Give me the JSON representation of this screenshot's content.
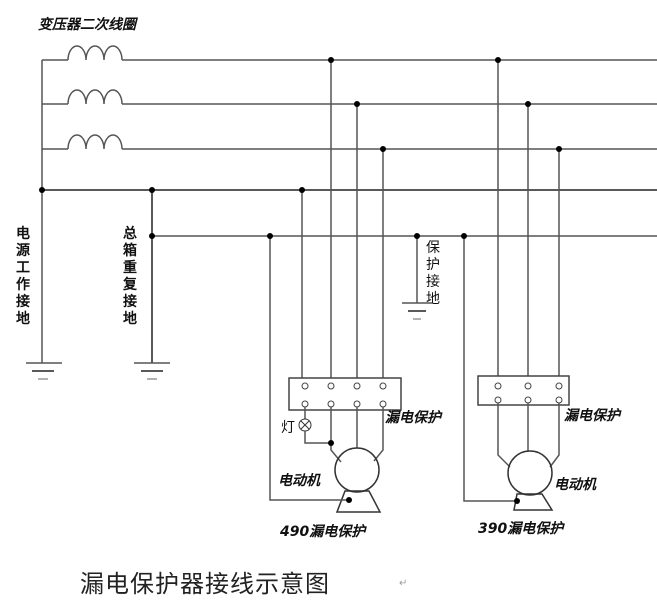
{
  "labels": {
    "transformer": "变压器二次线圈",
    "source_ground": "电源工作接地",
    "box_ground": "总箱重复接地",
    "protect_ground": "保护接地",
    "lamp": "灯",
    "leak_protect_left": "漏电保护",
    "leak_protect_right": "漏电保护",
    "motor_left": "电动机",
    "motor_right": "电动机",
    "model_left": "490漏电保护",
    "model_right": "390漏电保护"
  },
  "caption": "漏电保护器接线示意图",
  "paragraph_mark": "↵",
  "colors": {
    "wire": "#555555",
    "dot": "#000000",
    "text": "#111111"
  }
}
